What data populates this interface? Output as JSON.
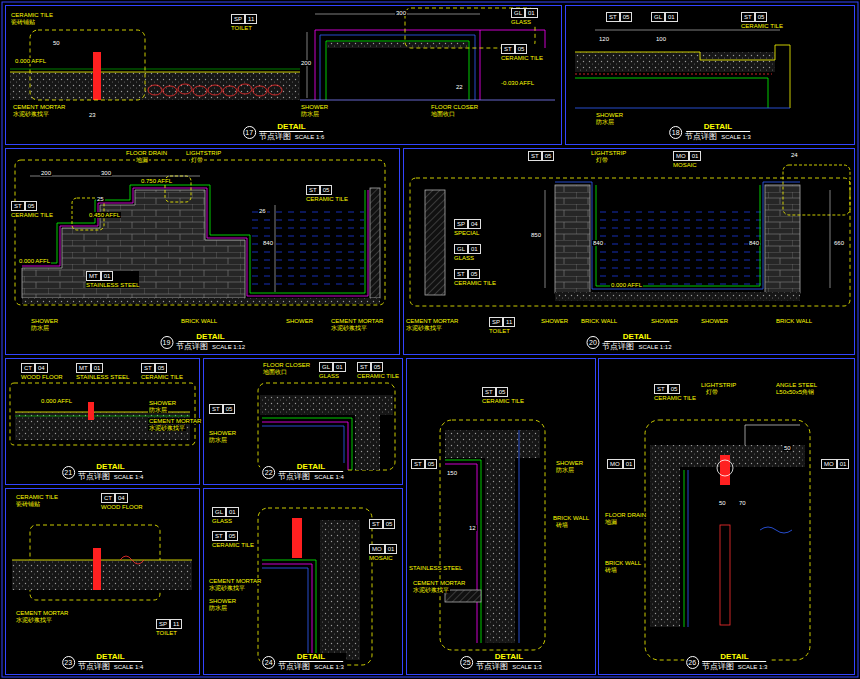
{
  "diagram": {
    "nodes": [
      {
        "text": [
          "17",
          "DETAIL",
          "节点详图",
          "SCALE 1:6"
        ]
      },
      {
        "text": [
          "SP",
          "11",
          "TOILET"
        ],
        "in": 0
      },
      {
        "text": [
          "GL",
          "01",
          "GLASS"
        ],
        "in": 0
      },
      {
        "text": [
          "ST",
          "05",
          "CERAMIC TILE"
        ],
        "in": 0
      },
      {
        "text": [
          "18",
          "DETAIL",
          "节点详图",
          "SCALE 1:3"
        ]
      },
      {
        "text": [
          "ST",
          "05"
        ],
        "in": 4
      },
      {
        "text": [
          "GL",
          "01"
        ],
        "in": 4
      },
      {
        "text": [
          "ST",
          "05",
          "CERAMIC TILE"
        ],
        "in": 4
      },
      {
        "text": [
          "19",
          "DETAIL",
          "节点详图",
          "SCALE 1:12"
        ]
      },
      {
        "text": [
          "ST",
          "05",
          "CERAMIC TILE"
        ],
        "in": 8
      },
      {
        "text": [
          "MT",
          "01",
          "STAINLESS STEEL"
        ],
        "in": 8
      },
      {
        "text": [
          "ST",
          "05",
          "CERAMIC TILE"
        ],
        "in": 8
      },
      {
        "text": [
          "20",
          "DETAIL",
          "节点详图",
          "SCALE 1:12"
        ]
      },
      {
        "text": [
          "ST",
          "05"
        ],
        "in": 12
      },
      {
        "text": [
          "MO",
          "01",
          "MOSAIC"
        ],
        "in": 12
      },
      {
        "text": [
          "SP",
          "04",
          "SPECIAL"
        ],
        "in": 12
      },
      {
        "text": [
          "GL",
          "01",
          "GLASS"
        ],
        "in": 12
      },
      {
        "text": [
          "ST",
          "05",
          "CERAMIC TILE"
        ],
        "in": 12
      },
      {
        "text": [
          "SP",
          "11",
          "TOILET"
        ],
        "in": 12
      },
      {
        "text": [
          "21",
          "DETAIL",
          "节点详图",
          "SCALE 1:4"
        ]
      },
      {
        "text": [
          "CT",
          "04",
          "WOOD FLOOR"
        ],
        "in": 19
      },
      {
        "text": [
          "MT",
          "01",
          "STAINLESS STEEL"
        ],
        "in": 19
      },
      {
        "text": [
          "ST",
          "05",
          "CERAMIC TILE"
        ],
        "in": 19
      },
      {
        "text": [
          "22",
          "DETAIL",
          "节点详图",
          "SCALE 1:4"
        ]
      },
      {
        "text": [
          "GL",
          "01",
          "GLASS"
        ],
        "in": 23
      },
      {
        "text": [
          "ST",
          "05",
          "CERAMIC TILE"
        ],
        "in": 23
      },
      {
        "text": [
          "ST",
          "05"
        ],
        "in": 23
      },
      {
        "text": [
          "23",
          "DETAIL",
          "节点详图",
          "SCALE 1:4"
        ]
      },
      {
        "text": [
          "CT",
          "04",
          "WOOD FLOOR"
        ],
        "in": 27
      },
      {
        "text": [
          "SP",
          "11",
          "TOILET"
        ],
        "in": 27
      },
      {
        "text": [
          "24",
          "DETAIL",
          "节点详图",
          "SCALE 1:3"
        ]
      },
      {
        "text": [
          "GL",
          "01",
          "GLASS"
        ],
        "in": 30
      },
      {
        "text": [
          "ST",
          "05",
          "CERAMIC TILE"
        ],
        "in": 30
      },
      {
        "text": [
          "ST",
          "05"
        ],
        "in": 30
      },
      {
        "text": [
          "MO",
          "01",
          "MOSAIC"
        ],
        "in": 30
      },
      {
        "text": [
          "25",
          "DETAIL",
          "节点详图",
          "SCALE 1:3"
        ]
      },
      {
        "text": [
          "ST",
          "05",
          "CERAMIC TILE"
        ],
        "in": 35
      },
      {
        "text": [
          "ST",
          "05"
        ],
        "in": 35
      },
      {
        "text": [
          "26",
          "DETAIL",
          "节点详图",
          "SCALE 1:3"
        ]
      },
      {
        "text": [
          "ST",
          "05",
          "CERAMIC TILE"
        ],
        "in": 38
      },
      {
        "text": [
          "MO",
          "01"
        ],
        "in": 38
      },
      {
        "text": [
          "MO",
          "01"
        ],
        "in": 38
      }
    ],
    "labels": [
      "CERAMIC TILE",
      "瓷砖铺贴",
      "0.000 AFFL",
      "50",
      "CEMENT MORTAR",
      "水泥砂浆找平",
      "23",
      "300",
      "200",
      "SHOWER",
      "防水层",
      "FLOOR CLOSER",
      "地面收口",
      "22",
      "-0.030 AFFL",
      "120",
      "100",
      "SHOWER",
      "防水层",
      "FLOOR DRAIN",
      "地漏",
      "LIGHTSTRIP",
      "灯带",
      "200",
      "300",
      "25",
      "0.750 AFFL",
      "0.450 AFFL",
      "0.000 AFFL",
      "26",
      "840",
      "BRICK WALL",
      "SHOWER",
      "防水层",
      "SHOWER",
      "CEMENT MORTAR",
      "水泥砂浆找平",
      "LIGHTSTRIP",
      "灯带",
      "24",
      "850",
      "840",
      "840",
      "660",
      "0.000 AFFL",
      "CEMENT MORTAR",
      "水泥砂浆找平",
      "SHOWER",
      "BRICK WALL",
      "SHOWER",
      "SHOWER",
      "BRICK WALL",
      "0.000 AFFL",
      "SHOWER",
      "防水层",
      "CEMENT MORTAR",
      "水泥砂浆找平",
      "FLOOR CLOSER",
      "地面收口",
      "SHOWER",
      "防水层",
      "CERAMIC TILE",
      "瓷砖铺贴",
      "CEMENT MORTAR",
      "水泥砂浆找平",
      "CEMENT MORTAR",
      "水泥砂浆找平",
      "SHOWER",
      "防水层",
      "SHOWER",
      "防水层",
      "BRICK WALL",
      "砖墙",
      "STAINLESS STEEL",
      "CEMENT MORTAR",
      "水泥砂浆找平",
      "150",
      "12",
      "LIGHTSTRIP",
      "灯带",
      "ANGLE STEEL",
      "L50x50x5角钢",
      "FLOOR DRAIN",
      "地漏",
      "BRICK WALL",
      "砖墙",
      "50",
      "70",
      "50"
    ]
  }
}
